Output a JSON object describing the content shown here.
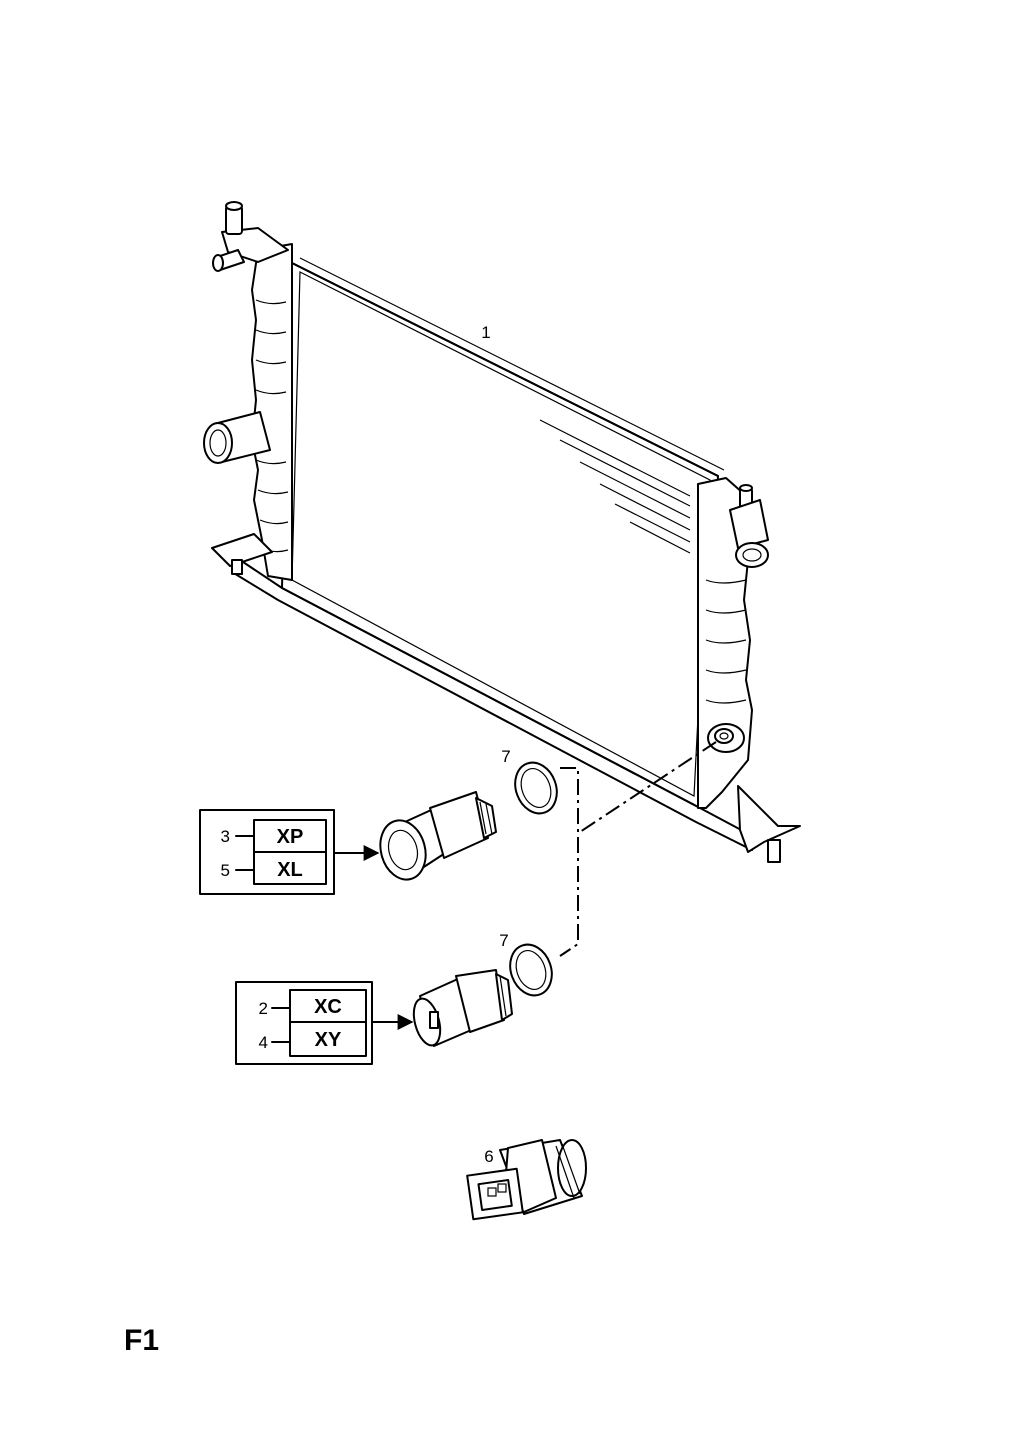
{
  "callouts": {
    "radiator": "1",
    "oring_upper": "7",
    "oring_lower": "7",
    "switch_6": "6"
  },
  "box_upper": {
    "rows": [
      {
        "num": "3",
        "code": "XP"
      },
      {
        "num": "5",
        "code": "XL"
      }
    ]
  },
  "box_lower": {
    "rows": [
      {
        "num": "2",
        "code": "XC"
      },
      {
        "num": "4",
        "code": "XY"
      }
    ]
  },
  "page_label": "F1"
}
